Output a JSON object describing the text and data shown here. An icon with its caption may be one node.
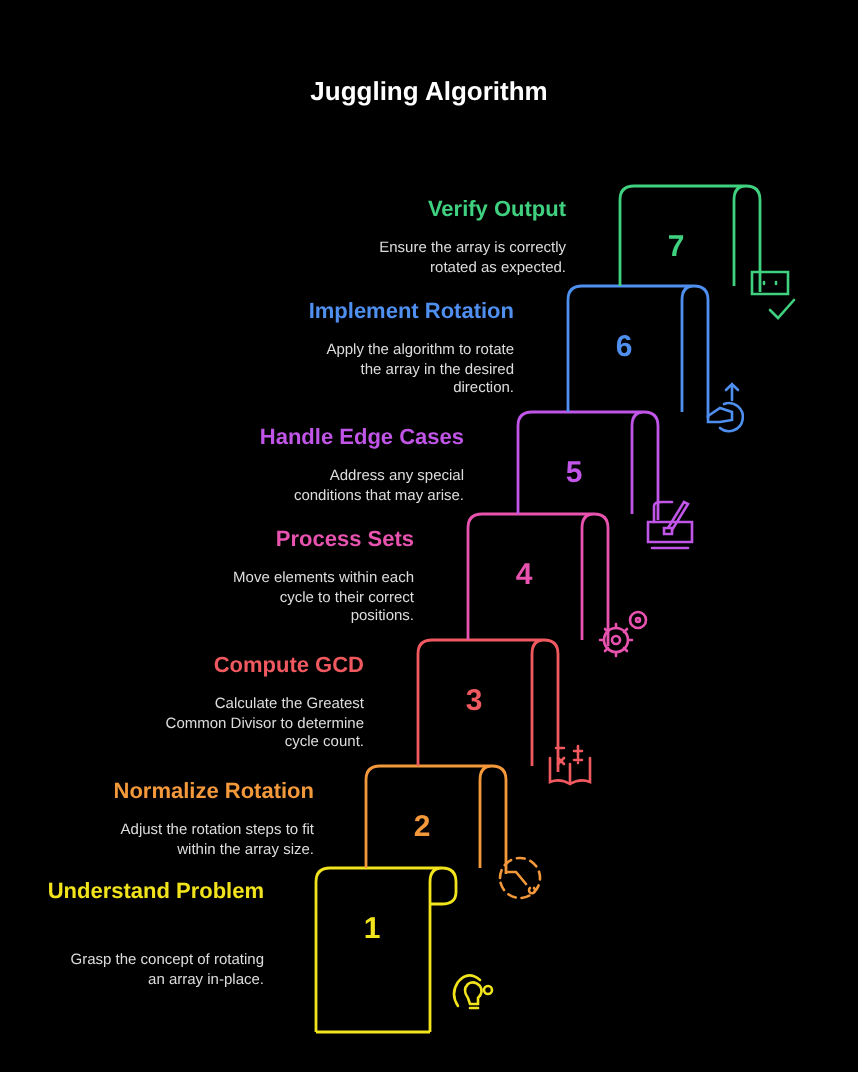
{
  "diagram": {
    "title": "Juggling Algorithm",
    "nodes": [
      {
        "text": [
          "Understand Problem",
          "Grasp the concept of rotating an array in-place.",
          "1"
        ]
      },
      {
        "text": [
          "Normalize Rotation",
          "Adjust the rotation steps to fit within the array size.",
          "2"
        ]
      },
      {
        "text": [
          "Compute GCD",
          "Calculate the Greatest Common Divisor to determine cycle count.",
          "3"
        ]
      },
      {
        "text": [
          "Process Sets",
          "Move elements within each cycle to their correct positions.",
          "4"
        ]
      },
      {
        "text": [
          "Handle Edge Cases",
          "Address any special conditions that may arise.",
          "5"
        ]
      },
      {
        "text": [
          "Implement Rotation",
          "Apply the algorithm to rotate the array in the desired direction.",
          "6"
        ]
      },
      {
        "text": [
          "Verify Output",
          "Ensure the array is correctly rotated as expected.",
          "7"
        ]
      }
    ]
  }
}
